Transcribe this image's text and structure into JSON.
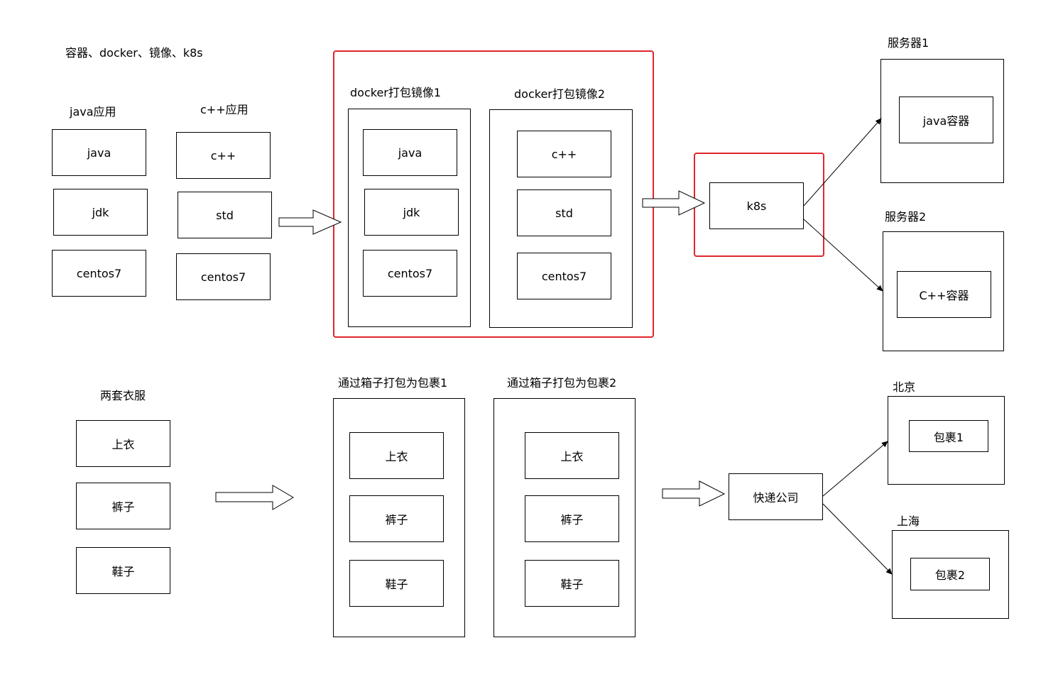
{
  "title": "容器、docker、镜像、k8s",
  "top": {
    "java_app": {
      "label": "java应用",
      "items": [
        "java",
        "jdk",
        "centos7"
      ]
    },
    "cpp_app": {
      "label": "c++应用",
      "items": [
        "c++",
        "std",
        "centos7"
      ]
    },
    "image1": {
      "label": "docker打包镜像1",
      "items": [
        "java",
        "jdk",
        "centos7"
      ]
    },
    "image2": {
      "label": "docker打包镜像2",
      "items": [
        "c++",
        "std",
        "centos7"
      ]
    },
    "k8s": "k8s",
    "server1": {
      "label": "服务器1",
      "content": "java容器"
    },
    "server2": {
      "label": "服务器2",
      "content": "C++容器"
    }
  },
  "bottom": {
    "clothes": {
      "label": "两套衣服",
      "items": [
        "上衣",
        "裤子",
        "鞋子"
      ]
    },
    "package1": {
      "label": "通过箱子打包为包裹1",
      "items": [
        "上衣",
        "裤子",
        "鞋子"
      ]
    },
    "package2": {
      "label": "通过箱子打包为包裹2",
      "items": [
        "上衣",
        "裤子",
        "鞋子"
      ]
    },
    "courier": "快递公司",
    "beijing": {
      "label": "北京",
      "content": "包裹1"
    },
    "shanghai": {
      "label": "上海",
      "content": "包裹2"
    }
  },
  "colors": {
    "highlight": "#e0262a",
    "line": "#000000"
  }
}
